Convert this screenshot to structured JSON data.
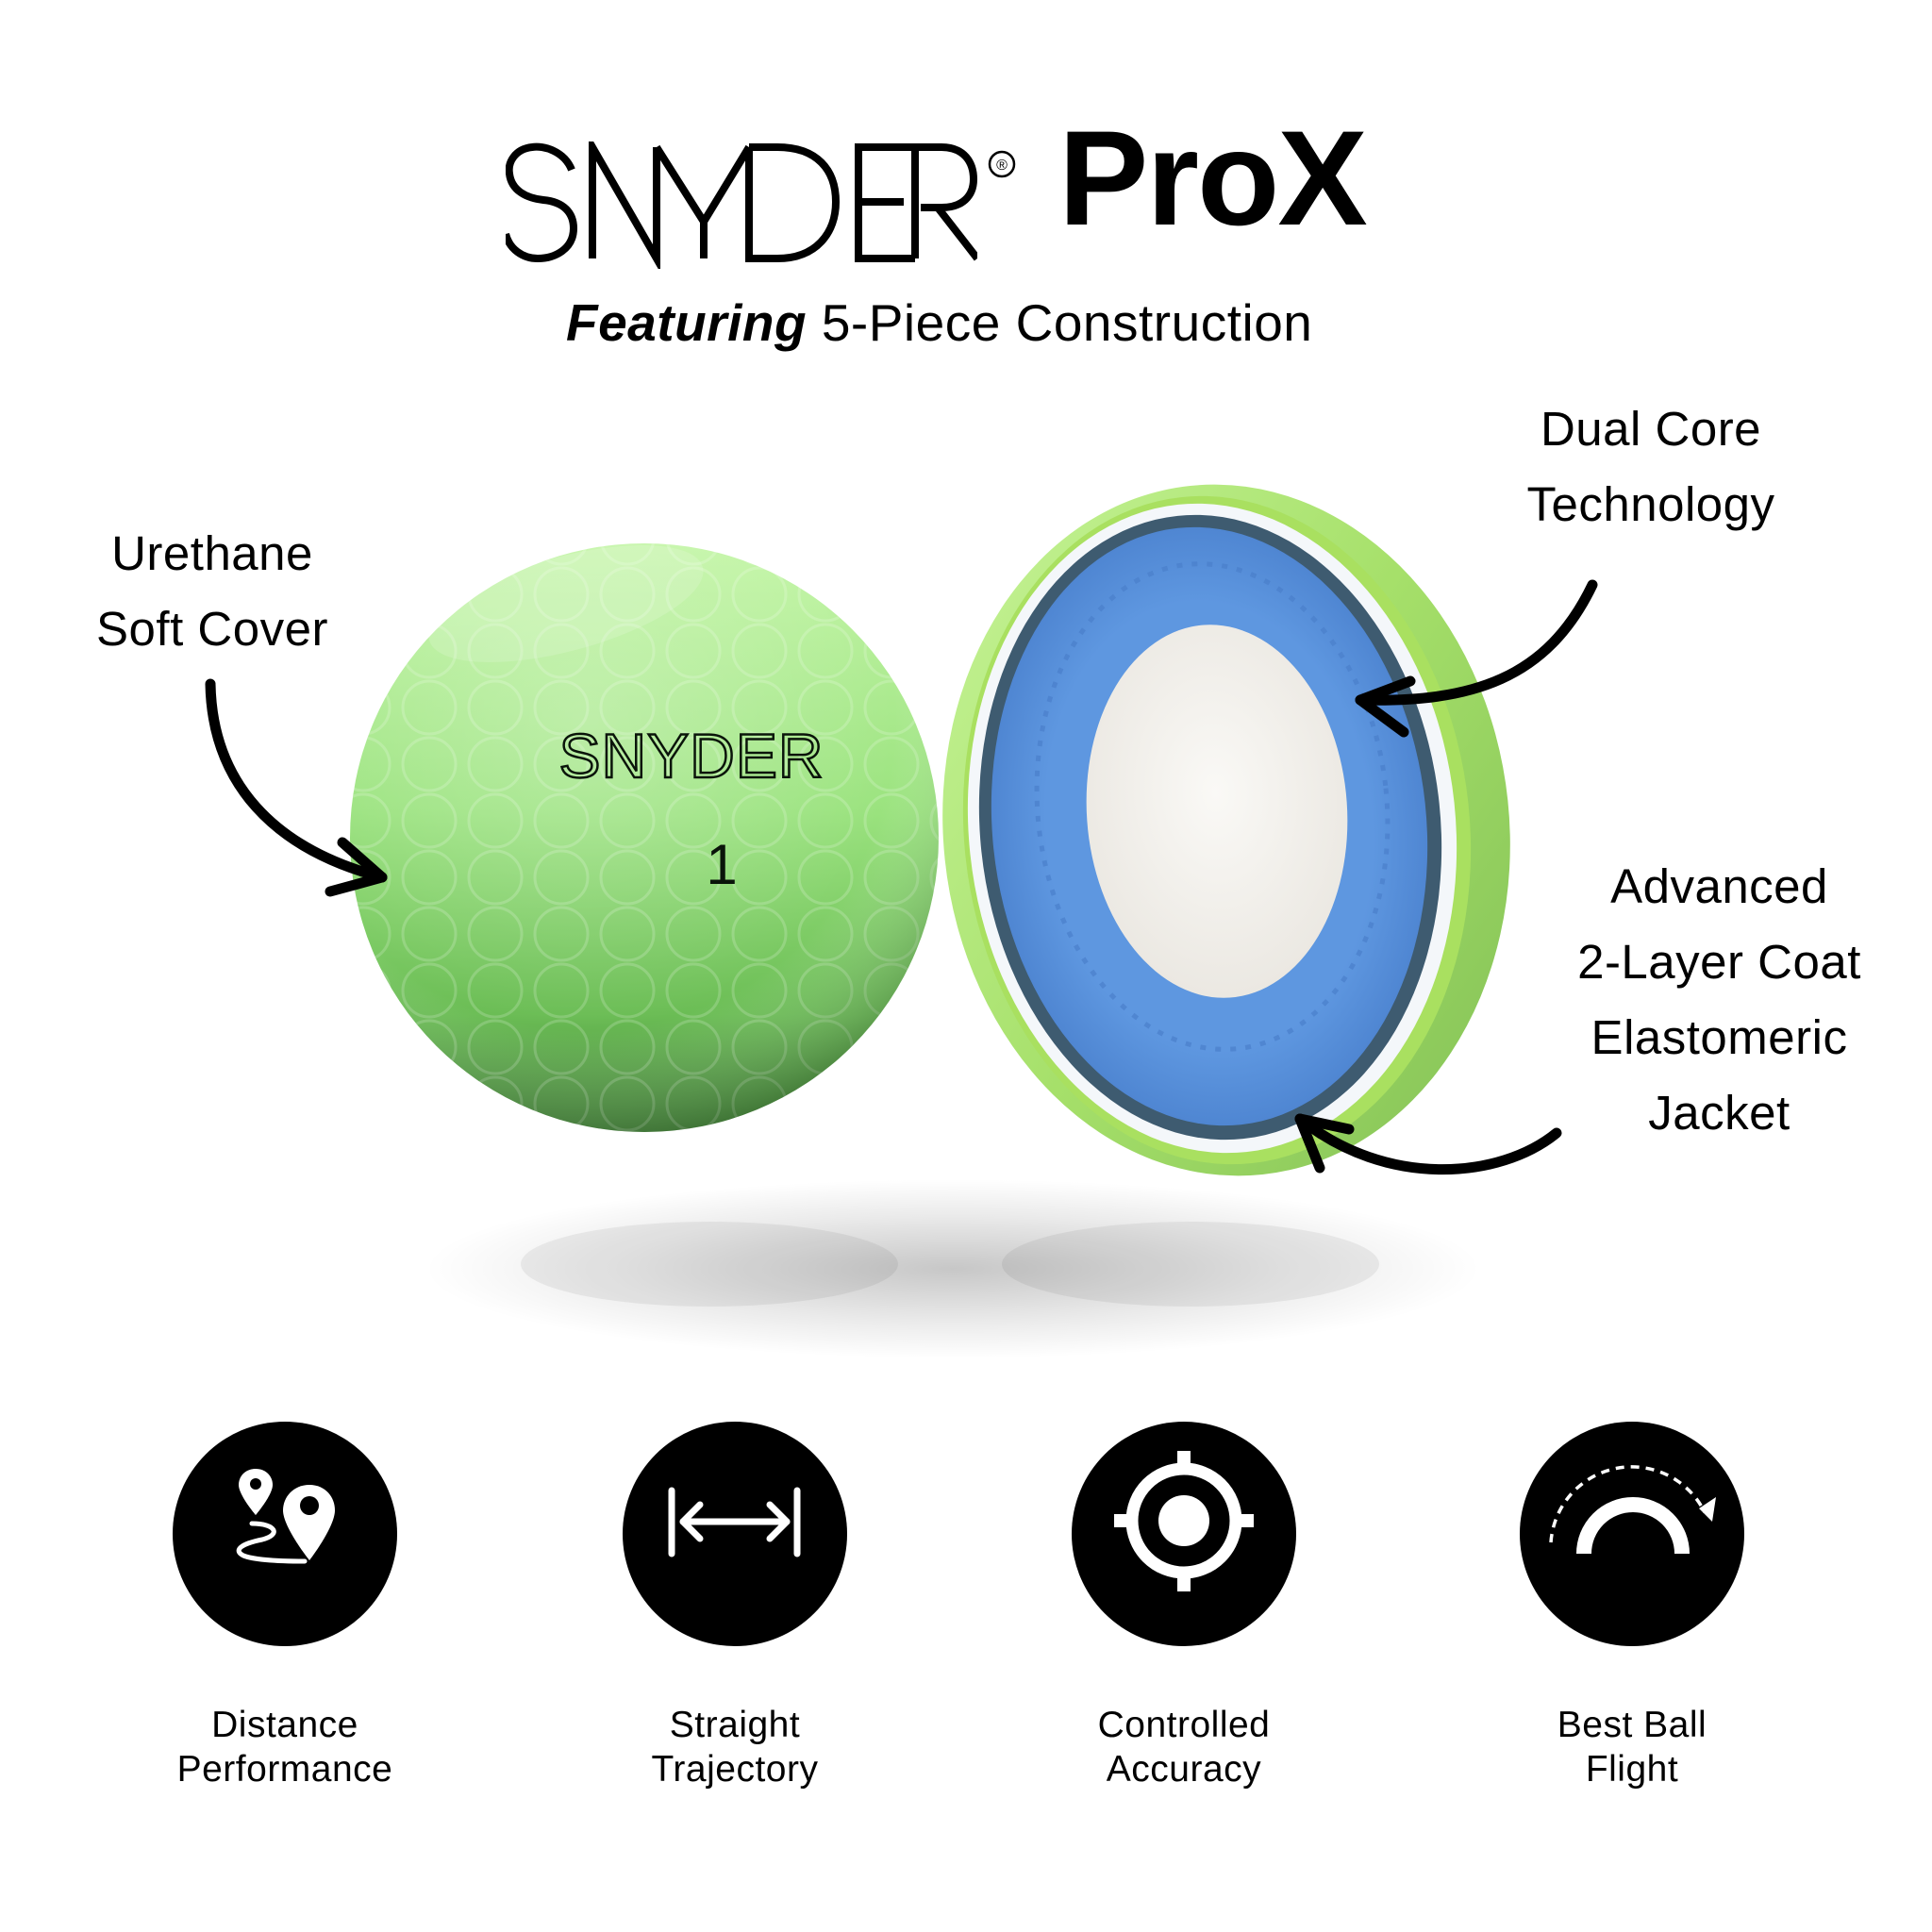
{
  "header": {
    "brand": "SNYDER",
    "registered_mark": "®",
    "product": "ProX",
    "subtitle_emphasis": "Featuring",
    "subtitle_rest": " 5-Piece Construction"
  },
  "ball": {
    "imprint_brand": "SNYDER",
    "imprint_number": "1",
    "colors": {
      "cover_light": "#b8f09a",
      "cover_mid": "#8fd874",
      "cover_dark": "#4f9a3e",
      "outer_shell": "#a9e060",
      "white_ring": "#f4f7fa",
      "mantle_dark": "#3e5b70",
      "mantle_blue": "#5b93dc",
      "core": "#f3f1ec"
    }
  },
  "callouts": {
    "urethane": {
      "line1": "Urethane",
      "line2": "Soft Cover"
    },
    "dual_core": {
      "line1": "Dual Core",
      "line2": "Technology"
    },
    "jacket": {
      "line1": "Advanced",
      "line2": "2-Layer Coat",
      "line3": "Elastomeric",
      "line4": "Jacket"
    }
  },
  "features": [
    {
      "icon": "map-route-pins-icon",
      "line1": "Distance",
      "line2": "Performance"
    },
    {
      "icon": "horizontal-span-arrow-icon",
      "line1": "Straight",
      "line2": "Trajectory"
    },
    {
      "icon": "crosshair-target-icon",
      "line1": "Controlled",
      "line2": "Accuracy"
    },
    {
      "icon": "arc-flight-path-icon",
      "line1": "Best Ball",
      "line2": "Flight"
    }
  ]
}
